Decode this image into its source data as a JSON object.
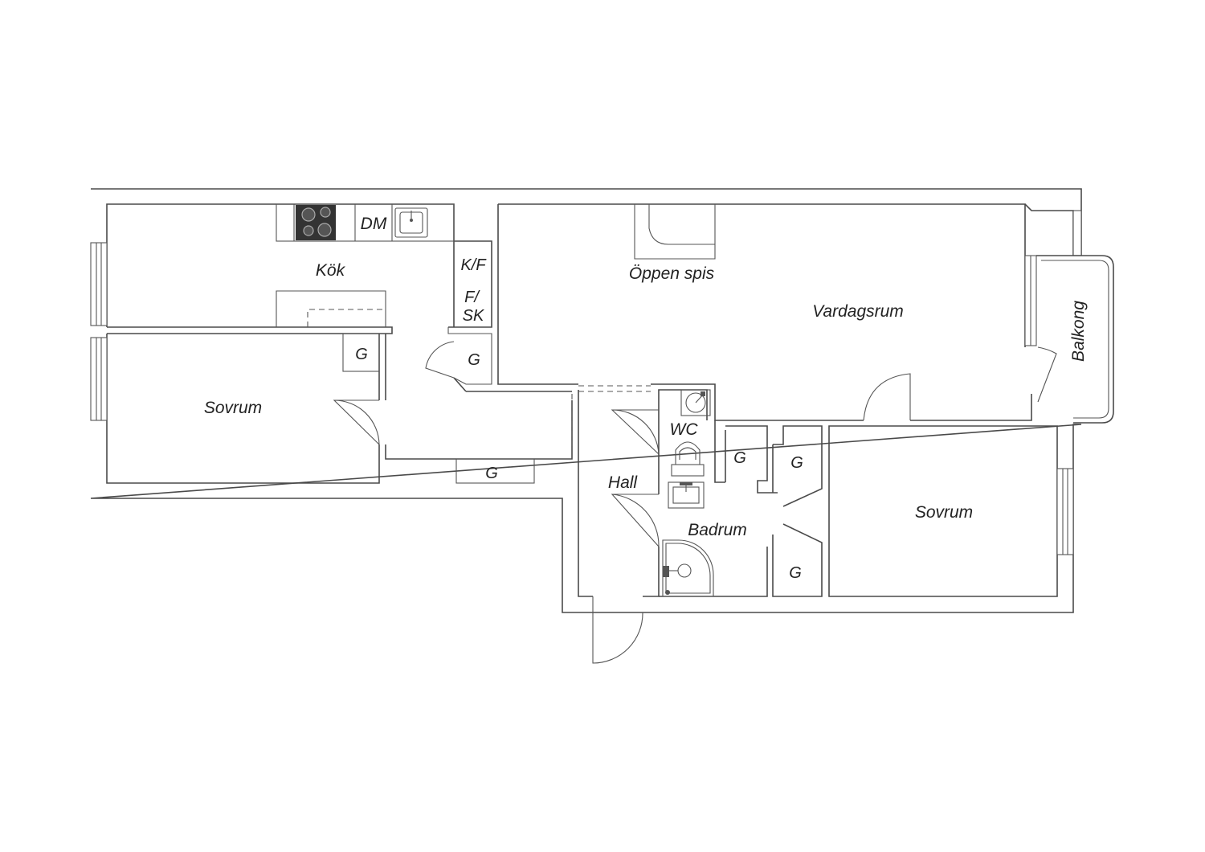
{
  "rooms": {
    "kok": "Kök",
    "vardagsrum": "Vardagsrum",
    "oppen_spis": "Öppen spis",
    "balkong": "Balkong",
    "sovrum_left": "Sovrum",
    "sovrum_right": "Sovrum",
    "hall": "Hall",
    "wc": "WC",
    "badrum": "Badrum"
  },
  "fixtures": {
    "dm": "DM",
    "kf": "K/F",
    "fsk_line1": "F/",
    "fsk_line2": "SK"
  },
  "closets": {
    "g_kitchen_wall": "G",
    "g_entry": "G",
    "g_corridor": "G",
    "g_center_1": "G",
    "g_center_2": "G",
    "g_lower": "G"
  },
  "colors": {
    "wall": "#4a4a4a",
    "stove": "#333333",
    "background": "#ffffff"
  }
}
